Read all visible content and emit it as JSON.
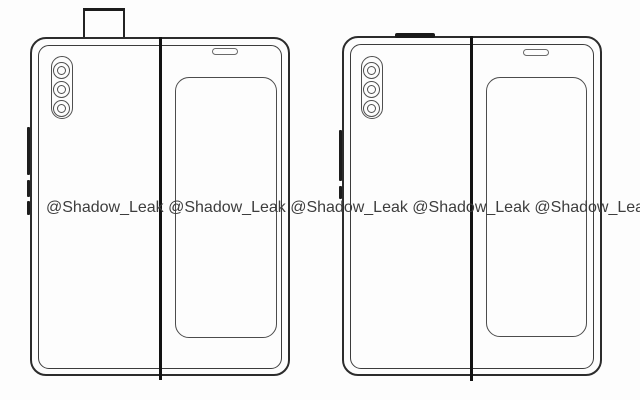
{
  "diagram": {
    "type": "foldable-phone-leak-schematic",
    "watermark": {
      "unit": "@Shadow_Leak",
      "repeat": 5,
      "text": "@Shadow_Leak @Shadow_Leak @Shadow_Leak @Shadow_Leak @Shadow_Leak",
      "color": "#3d3d3d"
    },
    "colors": {
      "background": "#fdfdfd",
      "outline": "#2c2c2c",
      "inner_outline": "#3c3c3c",
      "detail_outline": "#4f4f4f",
      "fold_line": "#121212",
      "button_fill": "#1d1d1d"
    },
    "phones": [
      {
        "id": "left",
        "popup_camera_raised": true,
        "camera_lens_count": 3,
        "side_button_count": 3,
        "has_speaker_slot": true,
        "has_inner_screen_outline": true
      },
      {
        "id": "right",
        "popup_camera_raised": false,
        "top_slot_visible": true,
        "camera_lens_count": 3,
        "side_button_count": 2,
        "has_speaker_slot": true,
        "has_inner_screen_outline": true
      }
    ]
  }
}
